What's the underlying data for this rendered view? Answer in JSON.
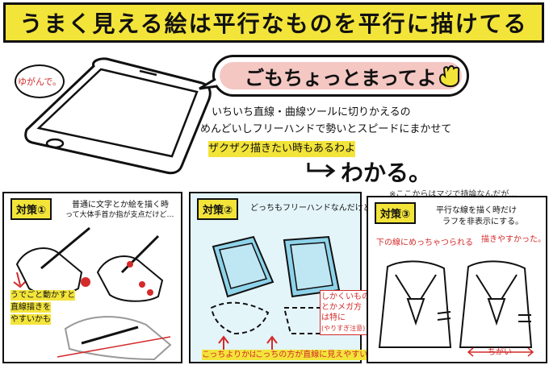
{
  "title": "うまく見える絵は平行なものを平行に描けてる",
  "phone_label": "ゆがんで。",
  "speech": "ごもちょっとまってよ",
  "notes": [
    "いちいち直線・曲線ツールに切りかえるの",
    "めんどいしフリーハンドで勢いとスピードにまかせて",
    "ザクザク描きたい時もあるわよ"
  ],
  "answer": "わかる。",
  "aside": "※ここからはマジで持論なんだが…",
  "panels": [
    {
      "tag": "対策①",
      "lines": [
        "普通に文字とか絵を描く時",
        "って大体手首か指が支点だけど…"
      ],
      "note": [
        "うでごと動かすと",
        "直線描きを",
        "やすいかも"
      ]
    },
    {
      "tag": "対策②",
      "lines": [
        "どっちもフリーハンドなんだけど。"
      ],
      "note": [
        "しかくいもの",
        "とかメガ方",
        "は特に",
        "(やりすぎ注意)"
      ],
      "left_label": "こっちよりかは",
      "right_label": "こっちの方が直線に見えやすい"
    },
    {
      "tag": "対策③",
      "lines": [
        "平行な線を描く時だけ",
        "ラフを非表示にする。"
      ],
      "left_label": "下の線にめっちゃつられる",
      "right_label": "描きやすかった。",
      "bottom_label": "ちがい"
    }
  ]
}
